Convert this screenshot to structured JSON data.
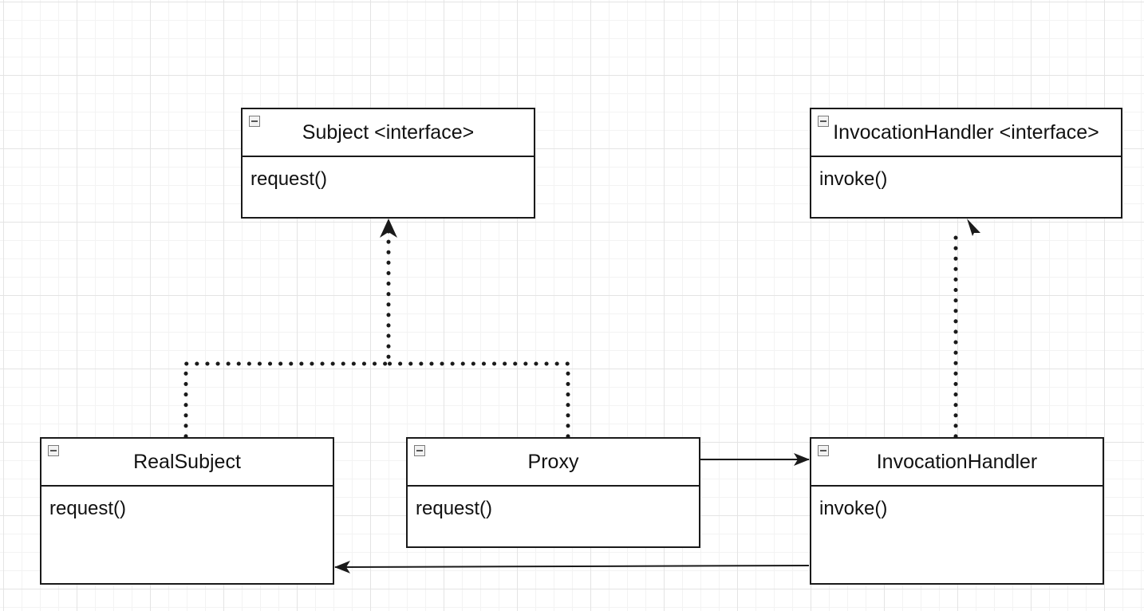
{
  "diagram": {
    "classes": [
      {
        "id": "subject",
        "title": "Subject <interface>",
        "methods": [
          "request()"
        ]
      },
      {
        "id": "invocationhandler-interface",
        "title": "InvocationHandler <interface>",
        "methods": [
          "invoke()"
        ]
      },
      {
        "id": "realsubject",
        "title": "RealSubject",
        "methods": [
          "request()"
        ]
      },
      {
        "id": "proxy",
        "title": "Proxy",
        "methods": [
          "request()"
        ]
      },
      {
        "id": "invocationhandler",
        "title": "InvocationHandler",
        "methods": [
          "invoke()"
        ]
      }
    ],
    "relations": [
      {
        "from": "realsubject",
        "to": "subject",
        "kind": "realization",
        "style": "dotted"
      },
      {
        "from": "proxy",
        "to": "subject",
        "kind": "realization",
        "style": "dotted"
      },
      {
        "from": "invocationhandler",
        "to": "invocationhandler-interface",
        "kind": "realization",
        "style": "dotted"
      },
      {
        "from": "proxy",
        "to": "invocationhandler",
        "kind": "association",
        "style": "solid"
      },
      {
        "from": "invocationhandler",
        "to": "realsubject",
        "kind": "association",
        "style": "solid"
      }
    ]
  },
  "colors": {
    "line": "#1a1a1a",
    "grid": "#e4e4e4",
    "background": "#ffffff"
  }
}
